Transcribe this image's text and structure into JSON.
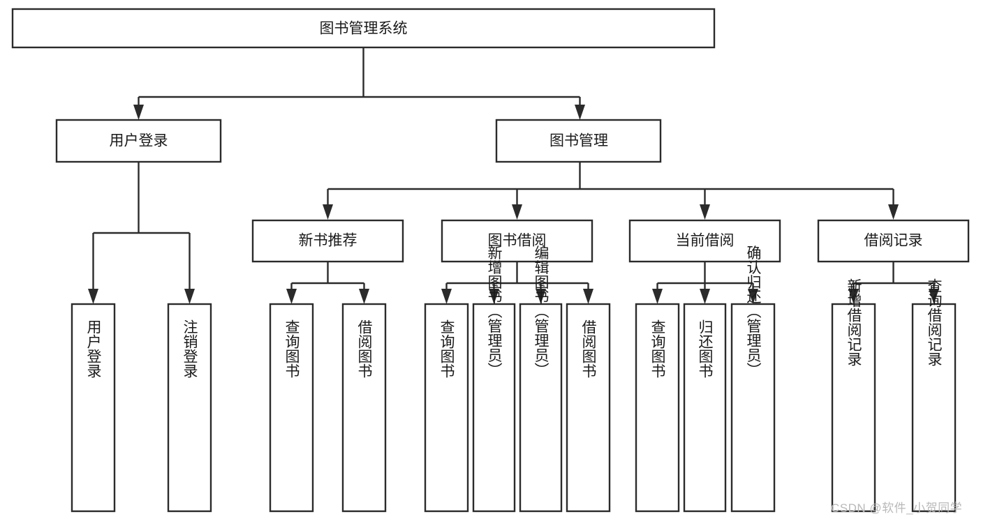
{
  "diagram": {
    "type": "tree-hierarchy",
    "title": "图书管理系统",
    "watermark": "CSDN @软件_小贺同学",
    "colors": {
      "stroke": "#2b2b2b",
      "fill": "#ffffff",
      "text": "#1a1a1a",
      "watermark": "#b9b9b9"
    },
    "levels": {
      "root": {
        "label": "图书管理系统"
      },
      "level2": [
        {
          "id": "user-login",
          "label": "用户登录"
        },
        {
          "id": "book-management",
          "label": "图书管理"
        }
      ],
      "level3": [
        {
          "id": "new-book-recommend",
          "label": "新书推荐",
          "parent": "book-management"
        },
        {
          "id": "book-borrow",
          "label": "图书借阅",
          "parent": "book-management"
        },
        {
          "id": "current-borrow",
          "label": "当前借阅",
          "parent": "book-management"
        },
        {
          "id": "borrow-record",
          "label": "借阅记录",
          "parent": "book-management"
        }
      ],
      "leaves": [
        {
          "id": "leaf-user-login",
          "label": "用户登录",
          "parent": "user-login"
        },
        {
          "id": "leaf-logout",
          "label": "注销登录",
          "parent": "user-login"
        },
        {
          "id": "leaf-query-book-1",
          "label": "查询图书",
          "parent": "new-book-recommend"
        },
        {
          "id": "leaf-borrow-book-1",
          "label": "借阅图书",
          "parent": "new-book-recommend"
        },
        {
          "id": "leaf-query-book-2",
          "label": "查询图书",
          "parent": "book-borrow"
        },
        {
          "id": "leaf-add-book",
          "label": "新增图书（管理员）",
          "parent": "book-borrow"
        },
        {
          "id": "leaf-edit-book",
          "label": "编辑图书（管理员）",
          "parent": "book-borrow"
        },
        {
          "id": "leaf-borrow-book-2",
          "label": "借阅图书",
          "parent": "book-borrow"
        },
        {
          "id": "leaf-query-book-3",
          "label": "查询图书",
          "parent": "current-borrow"
        },
        {
          "id": "leaf-return-book",
          "label": "归还图书",
          "parent": "current-borrow"
        },
        {
          "id": "leaf-confirm-return",
          "label": "确认归还（管理员）",
          "parent": "current-borrow"
        },
        {
          "id": "leaf-add-record",
          "label": "新增借阅记录",
          "parent": "borrow-record"
        },
        {
          "id": "leaf-query-record",
          "label": "查询借阅记录",
          "parent": "borrow-record"
        }
      ]
    }
  }
}
